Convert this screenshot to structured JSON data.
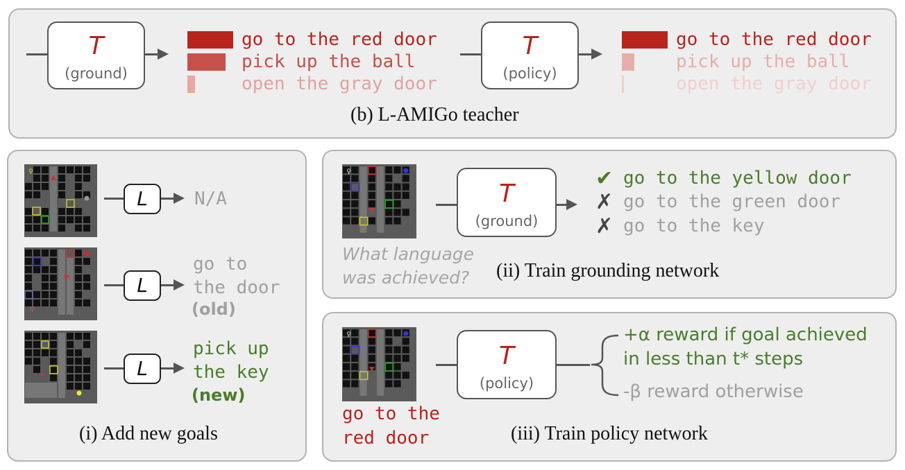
{
  "panel_b": {
    "caption": "(b) L-AMIGo teacher",
    "ground_box": {
      "symbol": "T",
      "label": "(ground)"
    },
    "policy_box": {
      "symbol": "T",
      "label": "(policy)"
    },
    "ground_goals": [
      "go to the red door",
      "pick up the ball",
      "open the gray door"
    ],
    "ground_probs": [
      1.0,
      0.84,
      0.16
    ],
    "policy_goals": [
      "go to the red door",
      "pick up the ball",
      "open the gray door"
    ],
    "policy_probs": [
      1.0,
      0.27,
      0.04
    ]
  },
  "panel_i": {
    "caption": "(i) Add new goals",
    "rows": [
      {
        "L": "L",
        "text": "N/A",
        "tag": ""
      },
      {
        "L": "L",
        "text1": "go to",
        "text2": "the door",
        "tag": "(old)"
      },
      {
        "L": "L",
        "text1": "pick up",
        "text2": "the key",
        "tag": "(new)"
      }
    ]
  },
  "panel_ii": {
    "caption": "(ii) Train grounding network",
    "question": [
      "What language",
      "was achieved?"
    ],
    "box": {
      "symbol": "T",
      "label": "(ground)"
    },
    "check": "✔",
    "cross": "✗",
    "goals": [
      "go to the yellow door",
      "go to the green door",
      "go to the key"
    ]
  },
  "panel_iii": {
    "caption": "(iii) Train policy network",
    "box": {
      "symbol": "T",
      "label": "(policy)"
    },
    "instruction": [
      "go to the",
      "red door"
    ],
    "reward_pos_1": "+α reward if goal achieved",
    "reward_pos_2": "in less than t* steps",
    "reward_neg": "-β reward otherwise"
  },
  "colors": {
    "red": "#b8241c",
    "green": "#4a7d2a",
    "gray_text": "#a0a0a0",
    "panel": "#eeeeee"
  }
}
